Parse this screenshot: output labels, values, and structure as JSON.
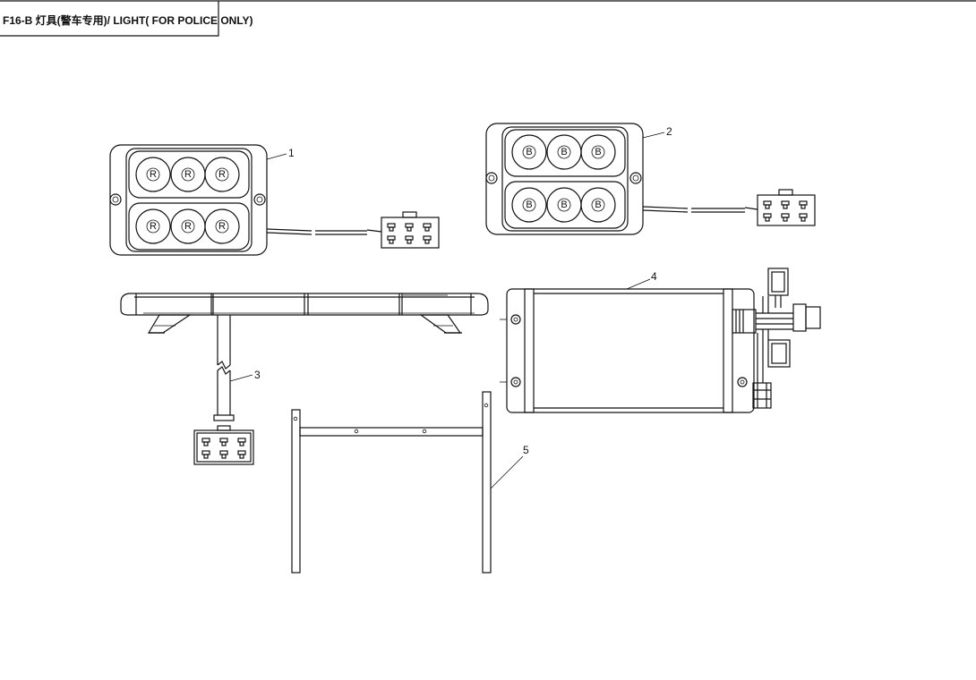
{
  "title": "F16-B 灯具(警车专用)/ LIGHT( FOR POLICE ONLY)",
  "callouts": [
    "1",
    "2",
    "3",
    "4",
    "5"
  ],
  "lens_letters": {
    "part1": "R",
    "part2": "B"
  }
}
